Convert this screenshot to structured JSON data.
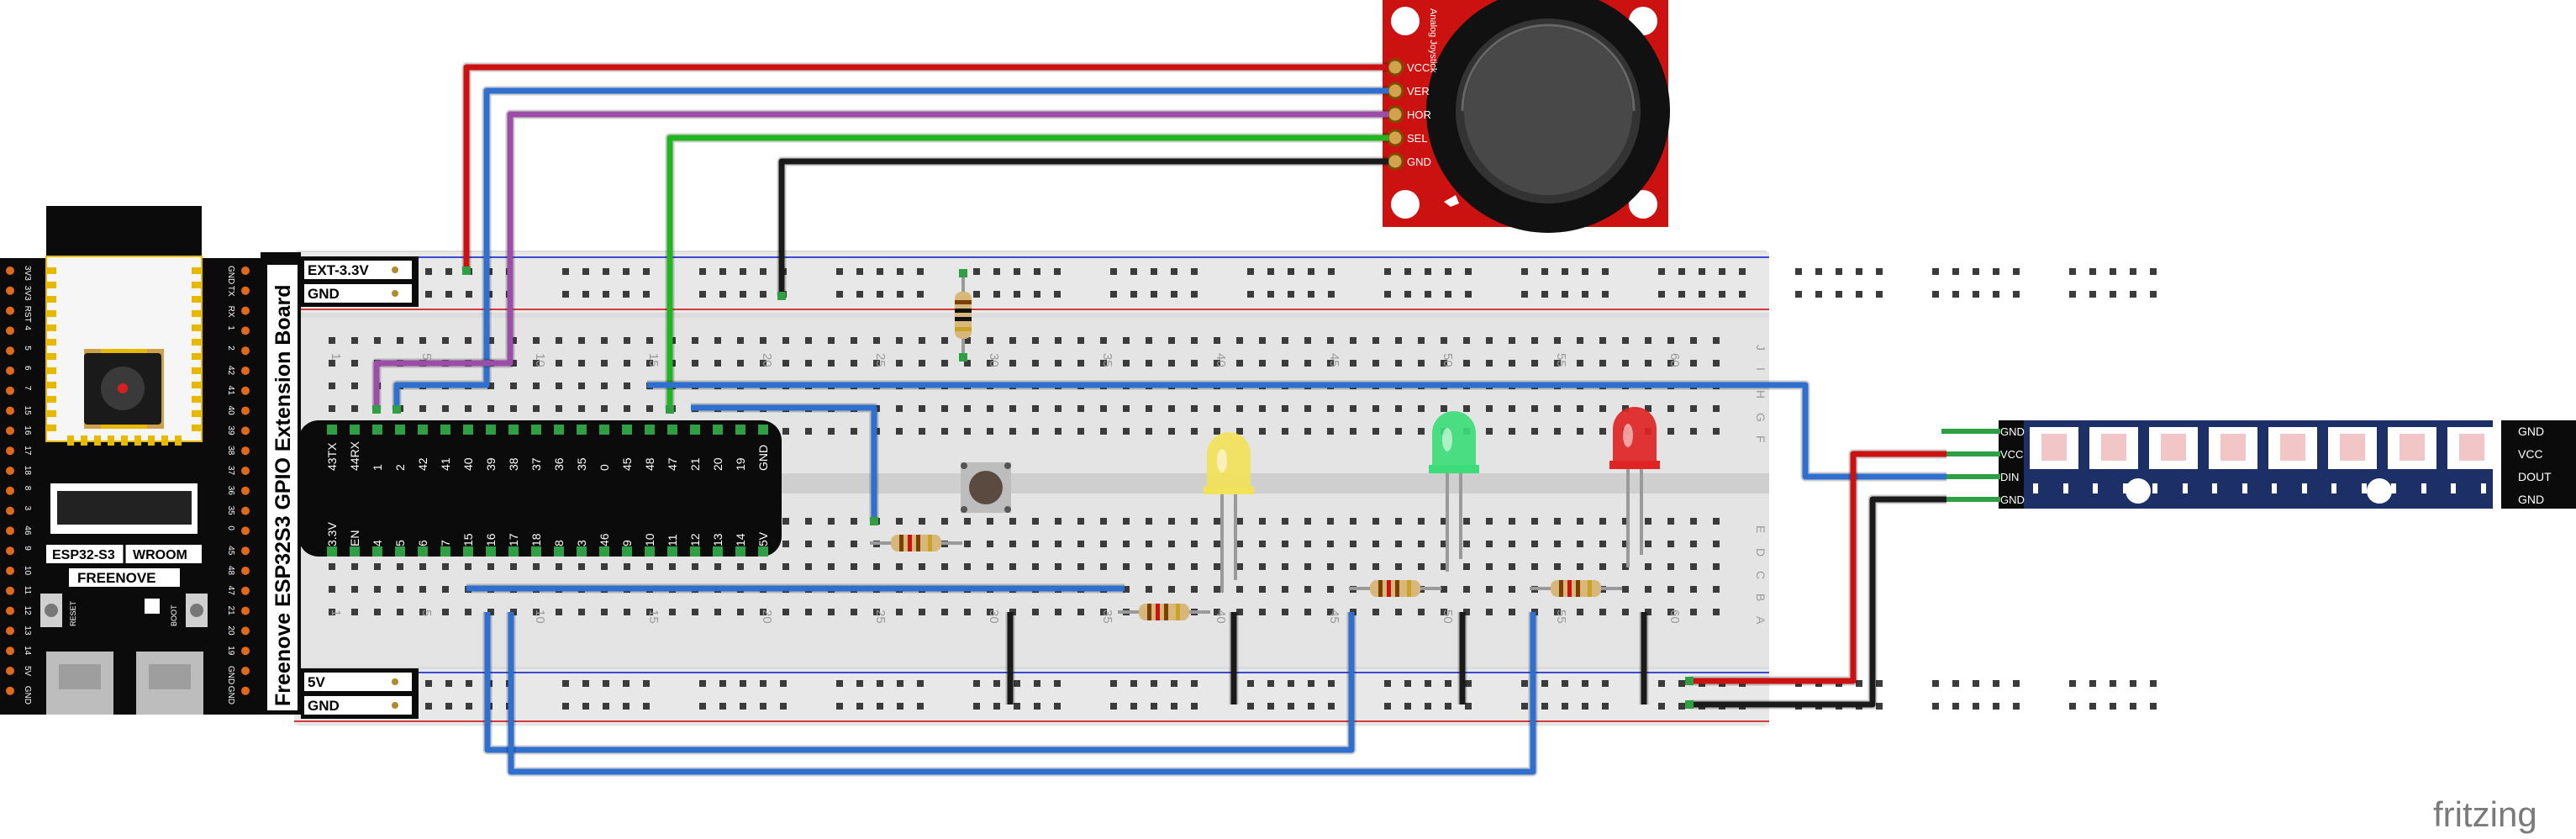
{
  "watermark": "fritzing",
  "extension_board": {
    "title": "Freenove ESP32S3 GPIO Extension Board",
    "top_labels": [
      "EXT-3.3V",
      "GND"
    ],
    "bottom_labels": [
      "5V",
      "GND"
    ],
    "header_top_pins": [
      "43TX",
      "44RX",
      "1",
      "2",
      "42",
      "41",
      "40",
      "39",
      "38",
      "37",
      "36",
      "35",
      "0",
      "45",
      "48",
      "47",
      "21",
      "20",
      "19",
      "GND"
    ],
    "header_bottom_pins": [
      "3.3V",
      "EN",
      "4",
      "5",
      "6",
      "7",
      "15",
      "16",
      "17",
      "18",
      "8",
      "3",
      "46",
      "9",
      "10",
      "11",
      "12",
      "13",
      "14",
      "5V"
    ]
  },
  "esp32": {
    "model_label": "ESP32-S3",
    "module_label": "WROOM",
    "brand": "FREENOVE",
    "left_pins": [
      "3V3",
      "3V3",
      "RST",
      "4",
      "5",
      "6",
      "7",
      "15",
      "16",
      "17",
      "18",
      "8",
      "3",
      "46",
      "9",
      "10",
      "11",
      "12",
      "13",
      "14",
      "5V",
      "GND"
    ],
    "right_pins": [
      "GND",
      "TX",
      "RX",
      "1",
      "2",
      "42",
      "41",
      "40",
      "39",
      "38",
      "37",
      "36",
      "35",
      "0",
      "45",
      "48",
      "47",
      "21",
      "20",
      "19",
      "GND",
      "GND"
    ],
    "button_left": "RESET",
    "button_right": "BOOT"
  },
  "joystick": {
    "title": "Analog Joystick",
    "pins": [
      "VCC",
      "VER",
      "HOR",
      "SEL",
      "GND"
    ]
  },
  "led_strip": {
    "left_pins": [
      "GND",
      "VCC",
      "DIN",
      "GND"
    ],
    "right_pins": [
      "GND",
      "VCC",
      "DOUT",
      "GND"
    ],
    "pixel_count": 8
  },
  "breadboard": {
    "column_numbers": [
      "1",
      "5",
      "10",
      "15",
      "20",
      "25",
      "30",
      "35",
      "40",
      "45",
      "50",
      "55",
      "60"
    ],
    "row_letters_top": [
      "J",
      "I",
      "H",
      "G",
      "F"
    ],
    "row_letters_bottom": [
      "E",
      "D",
      "C",
      "B",
      "A"
    ]
  },
  "components": {
    "leds": [
      {
        "name": "yellow-led",
        "color": "#f2e15a"
      },
      {
        "name": "green-led",
        "color": "#3ddc7a"
      },
      {
        "name": "red-led",
        "color": "#e02424"
      }
    ],
    "resistor_count": 5,
    "button": "push-button"
  },
  "colors": {
    "wire_red": "#cc1111",
    "wire_blue": "#2f6fd0",
    "wire_purple": "#9b4da8",
    "wire_green": "#22b522",
    "wire_black": "#1a1a1a",
    "board_black": "#0b0b0b",
    "joystick_red": "#cc1111",
    "strip_blue": "#1c2f66"
  }
}
